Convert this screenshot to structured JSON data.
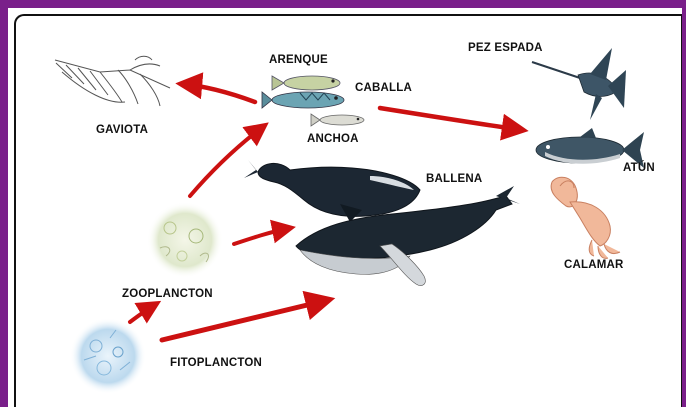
{
  "labels": {
    "gaviota": "GAVIOTA",
    "arenque": "ARENQUE",
    "caballa": "CABALLA",
    "anchoa": "ANCHOA",
    "pez_espada": "PEZ ESPADA",
    "atun": "ATÚN",
    "ballena": "BALLENA",
    "calamar": "CALAMAR",
    "zooplancton": "ZOOPLANCTON",
    "fitoplancton": "FITOPLANCTON"
  },
  "colors": {
    "frame": "#7a1f8a",
    "arrow": "#cc1111"
  }
}
